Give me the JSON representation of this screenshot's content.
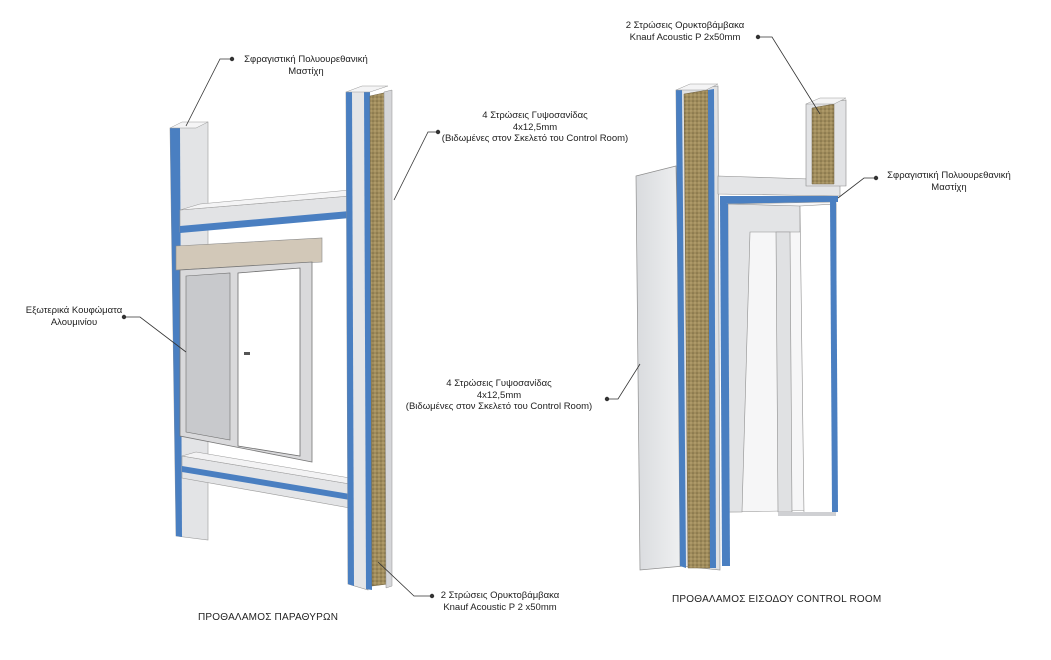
{
  "diagram_left": {
    "caption": "ΠΡΟΘΑΛΑΜΟΣ ΠΑΡΑΘΥΡΩΝ",
    "labels": {
      "sealant": [
        "Σφραγιστική Πολυουρεθανική",
        "Μαστίχη"
      ],
      "gypsum": [
        "4 Στρώσεις Γυψοσανίδας",
        "4x12,5mm",
        "(Βιδωμένες στον Σκελετό του Control Room)"
      ],
      "window_frames": [
        "Εξωτερικά Κουφώματα",
        "Αλουμινίου"
      ],
      "mineral_wool": [
        "2 Στρώσεις Ορυκτοβάμβακα",
        "Knauf Acoustic P 2 x50mm"
      ]
    }
  },
  "diagram_right": {
    "caption": "ΠΡΟΘΑΛΑΜΟΣ ΕΙΣΟΔΟΥ CONTROL ROOM",
    "labels": {
      "mineral_wool": [
        "2 Στρώσεις Ορυκτοβάμβακα",
        "Knauf Acoustic P 2x50mm"
      ],
      "sealant": [
        "Σφραγιστική Πολυουρεθανική",
        "Μαστίχη"
      ],
      "gypsum": [
        "4 Στρώσεις Γυψοσανίδας",
        "4x12,5mm",
        "(Βιδωμένες στον Σκελετό του Control Room)"
      ]
    }
  },
  "colors": {
    "sealant_blue": "#4a7fc1",
    "gypsum_face": "#e6e7e9",
    "gypsum_side": "#c9cbcf",
    "mineral_wool": "#9c8a5a",
    "window_frame": "#d8d8d8",
    "glass": "#ffffff",
    "leader": "#333333"
  }
}
